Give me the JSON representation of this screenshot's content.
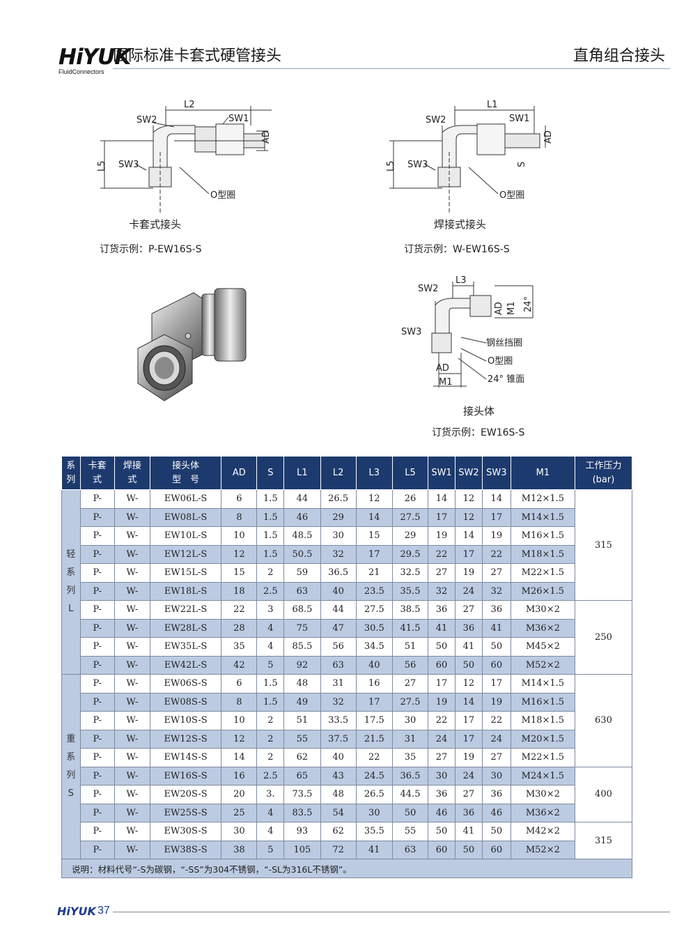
{
  "header": {
    "logo_text": "HiYUK",
    "logo_sub": "FluidConnectors",
    "title_left": "国际标准卡套式硬管接头",
    "title_right": "直角组合接头"
  },
  "figures": {
    "fig1": {
      "labels": {
        "l2": "L2",
        "sw2": "SW2",
        "sw1": "SW1",
        "ad": "AD",
        "l5": "L5",
        "sw3": "SW3",
        "oring": "O型圈"
      },
      "caption": "卡套式接头",
      "order": "订货示例：P-EW16S-S"
    },
    "fig2": {
      "labels": {
        "l1": "L1",
        "sw2": "SW2",
        "sw1": "SW1",
        "ad": "AD",
        "s": "S",
        "l5": "L5",
        "sw3": "SW3",
        "oring": "O型圈"
      },
      "caption": "焊接式接头",
      "order": "订货示例：W-EW16S-S"
    },
    "fig3": {
      "labels": {
        "sw2": "SW2",
        "l3": "L3",
        "ad": "AD",
        "m1": "M1",
        "angle": "24°",
        "sw3": "SW3",
        "ring": "钢丝挡圈",
        "oring": "O型圈",
        "cone": "24° 锥面",
        "ad2": "AD",
        "m1b": "M1"
      },
      "caption": "接头体",
      "order": "订货示例：EW16S-S"
    }
  },
  "table": {
    "headers": [
      {
        "lines": [
          "系",
          "列"
        ]
      },
      {
        "lines": [
          "卡套",
          "式"
        ]
      },
      {
        "lines": [
          "焊接",
          "式"
        ]
      },
      {
        "lines": [
          "接头体",
          "型　号"
        ]
      },
      {
        "lines": [
          "AD"
        ]
      },
      {
        "lines": [
          "S"
        ]
      },
      {
        "lines": [
          "L1"
        ]
      },
      {
        "lines": [
          "L2"
        ]
      },
      {
        "lines": [
          "L3"
        ]
      },
      {
        "lines": [
          "L5"
        ]
      },
      {
        "lines": [
          "SW1"
        ]
      },
      {
        "lines": [
          "SW2"
        ]
      },
      {
        "lines": [
          "SW3"
        ]
      },
      {
        "lines": [
          "M1"
        ]
      },
      {
        "lines": [
          "工作压力",
          "(bar)"
        ]
      }
    ],
    "groups": [
      {
        "label": "轻系列L",
        "rows": 10
      },
      {
        "label": "重系列S",
        "rows": 10
      }
    ],
    "pressure_groups": [
      {
        "value": "315",
        "rows": 6
      },
      {
        "value": "250",
        "rows": 4
      },
      {
        "value": "630",
        "rows": 5
      },
      {
        "value": "400",
        "rows": 3
      },
      {
        "value": "315",
        "rows": 2
      }
    ],
    "rows": [
      [
        "P-",
        "W-",
        "EW06L-S",
        "6",
        "1.5",
        "44",
        "26.5",
        "12",
        "26",
        "14",
        "12",
        "14",
        "M12×1.5"
      ],
      [
        "P-",
        "W-",
        "EW08L-S",
        "8",
        "1.5",
        "46",
        "29",
        "14",
        "27.5",
        "17",
        "12",
        "17",
        "M14×1.5"
      ],
      [
        "P-",
        "W-",
        "EW10L-S",
        "10",
        "1.5",
        "48.5",
        "30",
        "15",
        "29",
        "19",
        "14",
        "19",
        "M16×1.5"
      ],
      [
        "P-",
        "W-",
        "EW12L-S",
        "12",
        "1.5",
        "50.5",
        "32",
        "17",
        "29.5",
        "22",
        "17",
        "22",
        "M18×1.5"
      ],
      [
        "P-",
        "W-",
        "EW15L-S",
        "15",
        "2",
        "59",
        "36.5",
        "21",
        "32.5",
        "27",
        "19",
        "27",
        "M22×1.5"
      ],
      [
        "P-",
        "W-",
        "EW18L-S",
        "18",
        "2.5",
        "63",
        "40",
        "23.5",
        "35.5",
        "32",
        "24",
        "32",
        "M26×1.5"
      ],
      [
        "P-",
        "W-",
        "EW22L-S",
        "22",
        "3",
        "68.5",
        "44",
        "27.5",
        "38.5",
        "36",
        "27",
        "36",
        "M30×2"
      ],
      [
        "P-",
        "W-",
        "EW28L-S",
        "28",
        "4",
        "75",
        "47",
        "30.5",
        "41.5",
        "41",
        "36",
        "41",
        "M36×2"
      ],
      [
        "P-",
        "W-",
        "EW35L-S",
        "35",
        "4",
        "85.5",
        "56",
        "34.5",
        "51",
        "50",
        "41",
        "50",
        "M45×2"
      ],
      [
        "P-",
        "W-",
        "EW42L-S",
        "42",
        "5",
        "92",
        "63",
        "40",
        "56",
        "60",
        "50",
        "60",
        "M52×2"
      ],
      [
        "P-",
        "W-",
        "EW06S-S",
        "6",
        "1.5",
        "48",
        "31",
        "16",
        "27",
        "17",
        "12",
        "17",
        "M14×1.5"
      ],
      [
        "P-",
        "W-",
        "EW08S-S",
        "8",
        "1.5",
        "49",
        "32",
        "17",
        "27.5",
        "19",
        "14",
        "19",
        "M16×1.5"
      ],
      [
        "P-",
        "W-",
        "EW10S-S",
        "10",
        "2",
        "51",
        "33.5",
        "17.5",
        "30",
        "22",
        "17",
        "22",
        "M18×1.5"
      ],
      [
        "P-",
        "W-",
        "EW12S-S",
        "12",
        "2",
        "55",
        "37.5",
        "21.5",
        "31",
        "24",
        "17",
        "24",
        "M20×1.5"
      ],
      [
        "P-",
        "W-",
        "EW14S-S",
        "14",
        "2",
        "62",
        "40",
        "22",
        "35",
        "27",
        "19",
        "27",
        "M22×1.5"
      ],
      [
        "P-",
        "W-",
        "EW16S-S",
        "16",
        "2.5",
        "65",
        "43",
        "24.5",
        "36.5",
        "30",
        "24",
        "30",
        "M24×1.5"
      ],
      [
        "P-",
        "W-",
        "EW20S-S",
        "20",
        "3.",
        "73.5",
        "48",
        "26.5",
        "44.5",
        "36",
        "27",
        "36",
        "M30×2"
      ],
      [
        "P-",
        "W-",
        "EW25S-S",
        "25",
        "4",
        "83.5",
        "54",
        "30",
        "50",
        "46",
        "36",
        "46",
        "M36×2"
      ],
      [
        "P-",
        "W-",
        "EW30S-S",
        "30",
        "4",
        "93",
        "62",
        "35.5",
        "55",
        "50",
        "41",
        "50",
        "M42×2"
      ],
      [
        "P-",
        "W-",
        "EW38S-S",
        "38",
        "5",
        "105",
        "72",
        "41",
        "63",
        "60",
        "50",
        "60",
        "M52×2"
      ]
    ],
    "note": "说明：材料代号“-S为碳钢，“-SS”为304不锈钢，“-SL为316L不锈钢”。"
  },
  "footer": {
    "logo": "HiYUK",
    "page": "37"
  },
  "colors": {
    "header_bg": "#1d3a6e",
    "row_stripe": "#bccbe2",
    "accent_blue": "#1d3a8a"
  }
}
